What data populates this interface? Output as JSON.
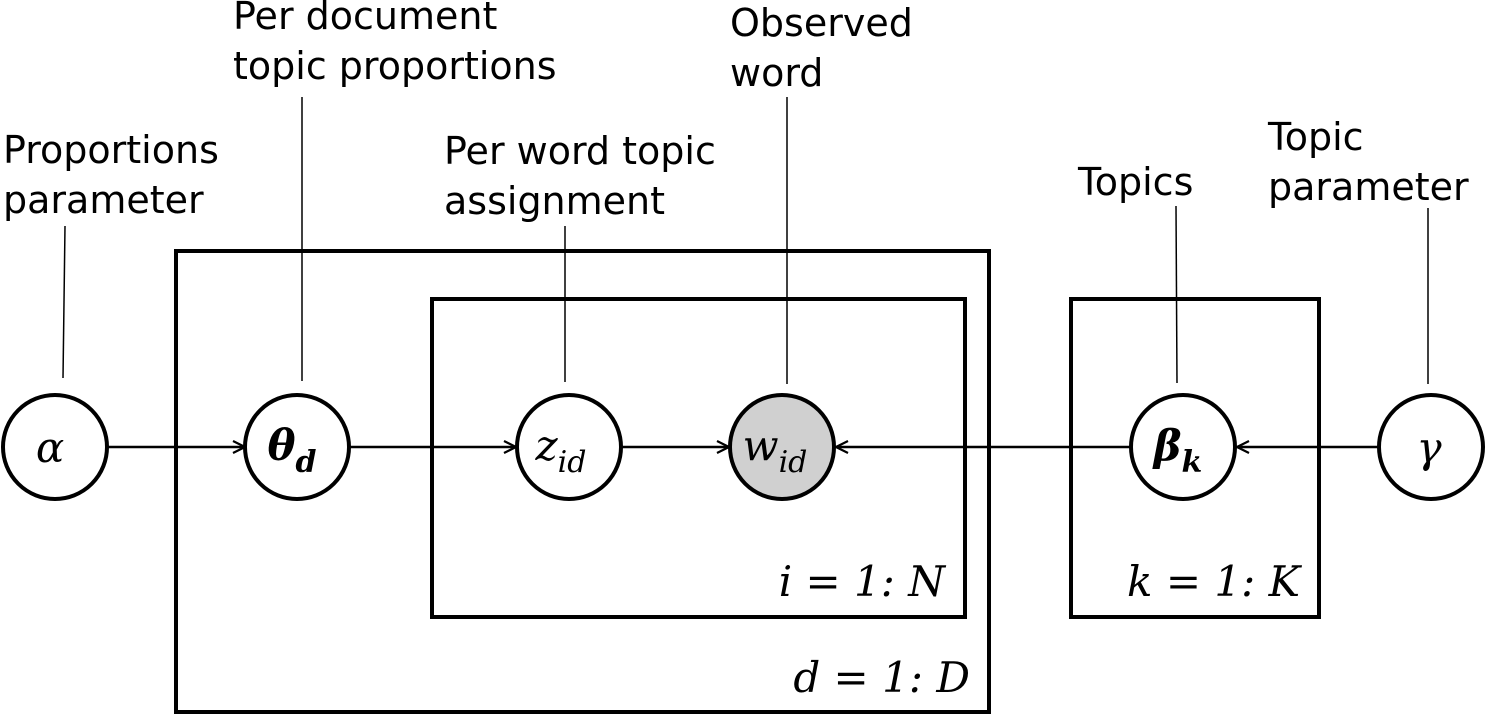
{
  "annotations": {
    "proportions_parameter": [
      "Proportions",
      "parameter"
    ],
    "per_document_topic_proportions": [
      "Per document",
      "topic proportions"
    ],
    "per_word_topic_assignment": [
      "Per word topic",
      "assignment"
    ],
    "observed_word": [
      "Observed",
      "word"
    ],
    "topics": [
      "Topics"
    ],
    "topic_parameter": [
      "Topic",
      "parameter"
    ]
  },
  "nodes": {
    "alpha": {
      "symbol": "α"
    },
    "theta": {
      "symbol": "θ",
      "subscript": "d"
    },
    "z": {
      "symbol": "z",
      "subscript": "id"
    },
    "w": {
      "symbol": "w",
      "subscript": "id",
      "observed": true
    },
    "beta": {
      "symbol": "β",
      "subscript": "k"
    },
    "gamma": {
      "symbol": "γ"
    }
  },
  "plates": {
    "document": {
      "label": "d = 1: D"
    },
    "word": {
      "label": "i = 1: N"
    },
    "topic": {
      "label": "k = 1: K"
    }
  },
  "colors": {
    "observed_fill": "#d0d0d0",
    "stroke": "#000000",
    "background": "#ffffff"
  }
}
